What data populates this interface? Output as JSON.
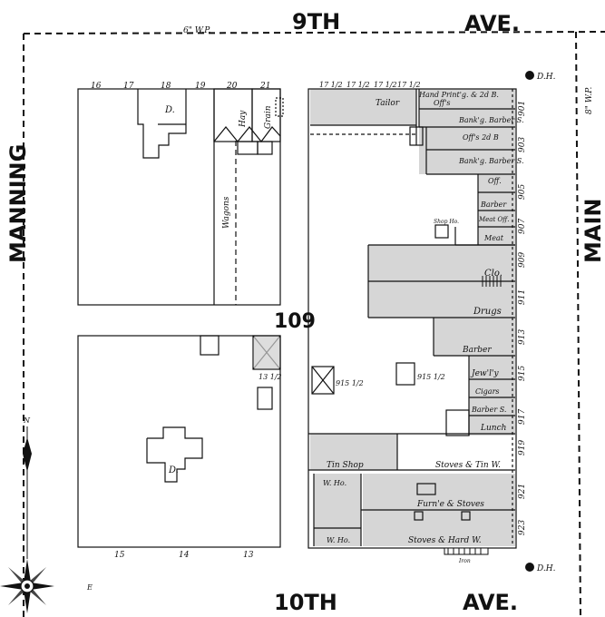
{
  "streets": {
    "top_name": "9TH",
    "top_type": "AVE.",
    "bottom_name": "10TH",
    "bottom_type": "AVE.",
    "left": "MANNING",
    "right": "MAIN"
  },
  "water_main_top": "6\" W.P.",
  "water_main_right": "8\" W.P.",
  "block_number": "109",
  "hydrant_label": "D.H.",
  "compass": {
    "north": "N",
    "east": "E"
  },
  "west_block": {
    "top_lot_numbers": [
      "16",
      "17",
      "18",
      "19",
      "20",
      "21"
    ],
    "bottom_lot_numbers": [
      "15",
      "14",
      "13"
    ],
    "labels": {
      "dwelling_1": "D.",
      "hay": "Hay",
      "grain": "Grain",
      "wagons": "Wagons",
      "dwelling_2": "D.",
      "lot_13": "13 1/2"
    }
  },
  "east_block": {
    "top_numbers": [
      "17 1/2",
      "17 1/2",
      "17 1/2",
      "17 1/2"
    ],
    "address_numbers": [
      "901",
      "903",
      "905",
      "907",
      "909",
      "911",
      "913",
      "915",
      "917",
      "919",
      "921",
      "923"
    ],
    "labels": {
      "hand_print": "Hand Print'g. & 2d B.",
      "offs": "Off's",
      "tailor": "Tailor",
      "bank_barber": "Bank'g. Barber S.",
      "offs_2d": "Off's 2d B",
      "bank_barber_2": "Bank'g. Barber S.",
      "off_1": "Off.",
      "barber": "Barber",
      "meat_off": "Meat Off.",
      "meat": "Meat",
      "shop": "Shop Ho.",
      "clo": "Clo.",
      "drugs": "Drugs",
      "barber_2": "Barber",
      "jewelry": "Jew'l'y",
      "cigars": "Cigars",
      "barber_3": "Barber S.",
      "lunch": "Lunch",
      "rear_915": "915 1/2",
      "rear_915b": "915 1/2",
      "tin_shop": "Tin Shop",
      "stoves_tin": "Stoves & Tin W.",
      "wareho_1": "W. Ho.",
      "furn_stoves": "Furn'e & Stoves",
      "wareho_2": "W. Ho.",
      "stoves_hardw": "Stoves & Hard W.",
      "iron": "Iron"
    }
  }
}
